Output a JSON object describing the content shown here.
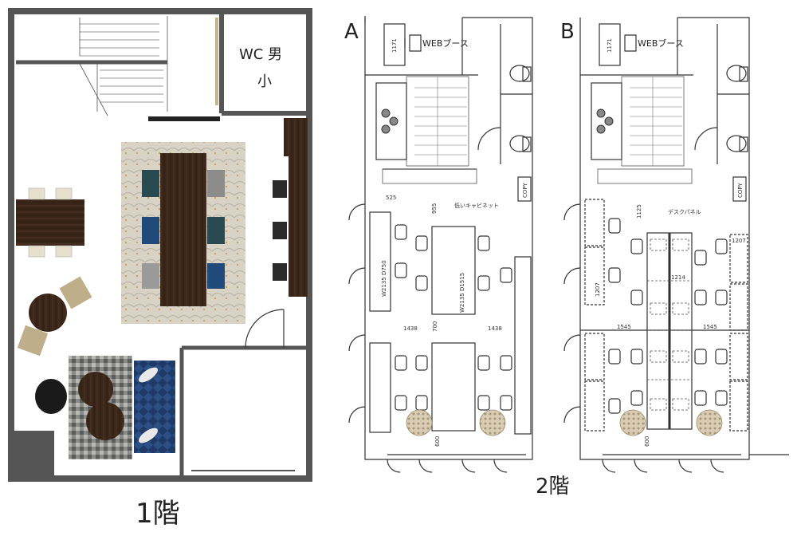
{
  "floor1": {
    "caption": "1階",
    "wc_label": "WC 男",
    "wc_sub": "小"
  },
  "floor2": {
    "caption": "2階",
    "plan_a": {
      "label": "A",
      "web_booth": "WEBブース",
      "copy": "COPY",
      "cabinet": "低いキャビネット",
      "dims": [
        "1171",
        "525",
        "955",
        "W2135 D750",
        "W2135 D1515",
        "1438",
        "700",
        "1438",
        "600"
      ]
    },
    "plan_b": {
      "label": "B",
      "web_booth": "WEBブース",
      "copy": "COPY",
      "panel": "デスクパネル",
      "dims": [
        "1171",
        "1125",
        "1207",
        "1207",
        "1214",
        "1545",
        "1545",
        "600"
      ]
    }
  }
}
